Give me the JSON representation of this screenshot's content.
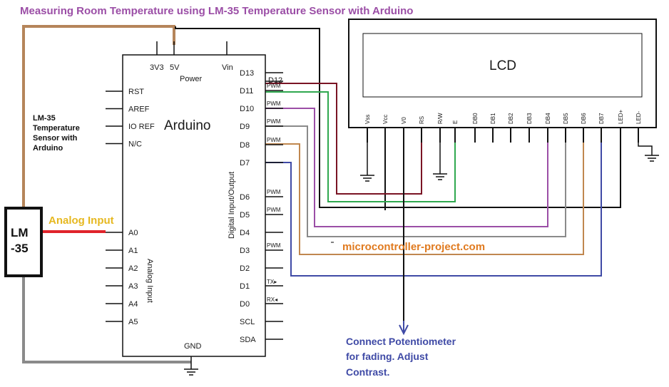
{
  "title": "Measuring Room Temperature using LM-35 Temperature Sensor with Arduino",
  "colors": {
    "title": "#9b4ea6",
    "brown_wire": "#b5855a",
    "black_wire": "#111111",
    "maroon_wire": "#7a1424",
    "green_wire": "#2fa84f",
    "purple_wire": "#9b4ea6",
    "gray_wire": "#8a8a8a",
    "orange_wire": "#c0874f",
    "blue_wire": "#3f4aa6",
    "red_wire": "#e0242b",
    "gray_ground": "#8a8a8a",
    "analog_label": "#e6b820",
    "website": "#e07a1f",
    "pot_note": "#3f4aa6"
  },
  "arduino": {
    "name": "Arduino",
    "power_label": "Power",
    "top_pins": [
      "3V3",
      "5V",
      "Vin"
    ],
    "left_pins": [
      "RST",
      "AREF",
      "IO REF",
      "N/C"
    ],
    "analog_pins": [
      "A0",
      "A1",
      "A2",
      "A3",
      "A4",
      "A5"
    ],
    "analog_label": "Analog Input",
    "digital_label": "Digital Input/Output",
    "digital_pins": [
      "D13",
      "D12",
      "D11",
      "D10",
      "D9",
      "D8",
      "D7",
      "D6",
      "D5",
      "D4",
      "D3",
      "D2",
      "D1",
      "D0",
      "SCL",
      "SDA"
    ],
    "pwm_label": "PWM",
    "tx_label": "TX▸",
    "rx_label": "RX◂",
    "gnd_label": "GND"
  },
  "lcd": {
    "name": "LCD",
    "pins": [
      "Vss",
      "Vcc",
      "V0",
      "RS",
      "R/W",
      "E",
      "DB0",
      "DB1",
      "DB2",
      "DB3",
      "DB4",
      "DB5",
      "DB6",
      "DB7",
      "LED+",
      "LED-"
    ]
  },
  "sensor": {
    "label_line1": "LM",
    "label_line2": "-35",
    "caption": [
      "LM-35",
      "Temperature",
      "Sensor with",
      "Arduino"
    ],
    "analog_input_label": "Analog Input"
  },
  "website": "microcontroller-project.com",
  "pot_note": [
    "Connect Potentiometer",
    "for fading. Adjust",
    "Contrast."
  ]
}
